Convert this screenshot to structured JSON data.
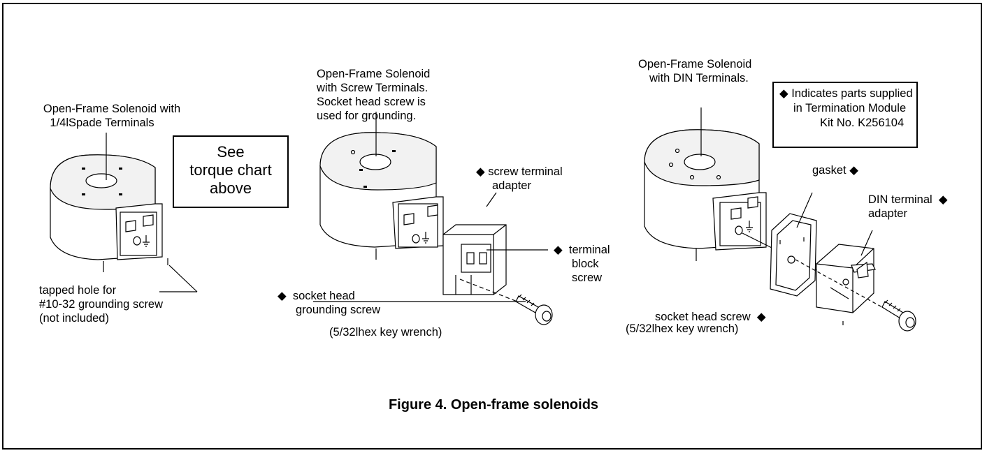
{
  "diamond_symbol": "◆",
  "figure_caption": "Figure 4. Open-frame solenoids",
  "torque_box": {
    "lines": [
      "See",
      "torque chart",
      "above"
    ]
  },
  "kit_box": {
    "lines": [
      "Indicates parts supplied",
      "in Termination Module",
      "Kit No. K256104"
    ]
  },
  "spade_assembly": {
    "title_lines": [
      "Open-Frame Solenoid with",
      "1/4lSpade Terminals"
    ],
    "ground_note_lines": [
      "tapped hole for",
      "#10-32 grounding screw",
      "(not included)"
    ]
  },
  "screw_assembly": {
    "title_lines": [
      "Open-Frame Solenoid",
      "with Screw Terminals.",
      "Socket head screw is",
      "used for grounding."
    ],
    "adapter_lines": [
      "screw terminal",
      "adapter"
    ],
    "block_screw_lines": [
      "terminal",
      "block",
      "screw"
    ],
    "grounding_screw_lines": [
      "socket head",
      "grounding screw"
    ],
    "wrench_label": "(5/32lhex key wrench)"
  },
  "din_assembly": {
    "title_lines": [
      "Open-Frame Solenoid",
      "with DIN Terminals."
    ],
    "gasket_label": "gasket",
    "adapter_lines": [
      "DIN terminal",
      "adapter"
    ],
    "screw_lines": [
      "socket head screw",
      "(5/32lhex key wrench)"
    ]
  },
  "colors": {
    "ink": "#000000",
    "body_fill": "#ffffff",
    "shade": "#e6e6e6"
  }
}
